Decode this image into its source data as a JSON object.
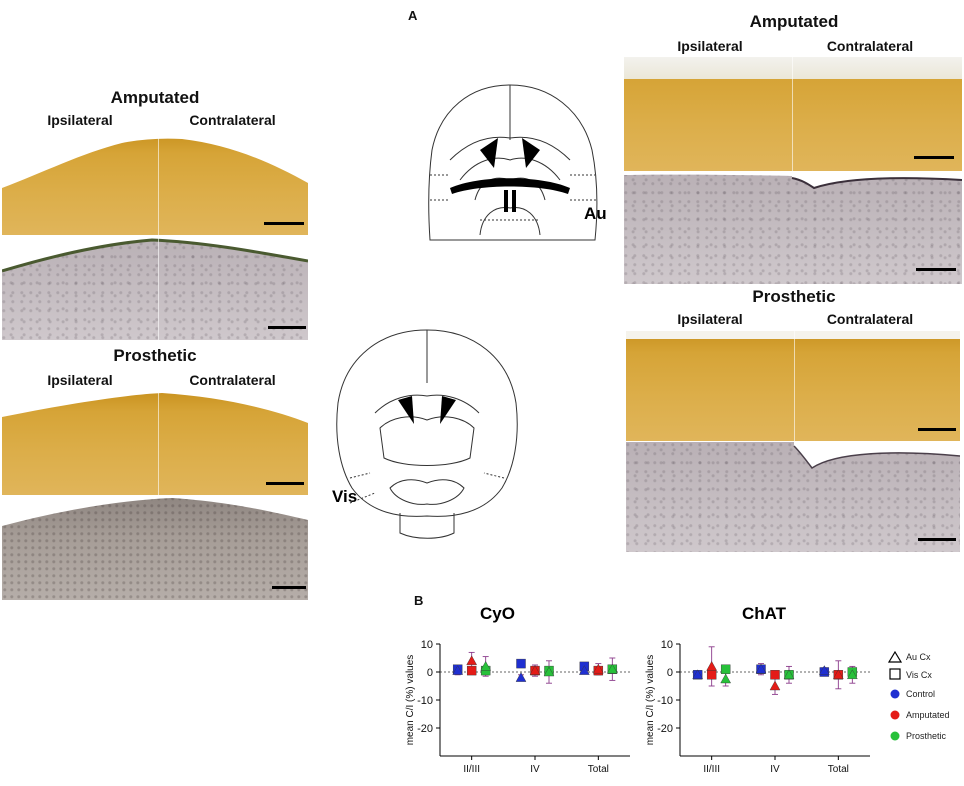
{
  "panel_labels": {
    "a": "A",
    "b": "B"
  },
  "left_amputated": {
    "title": "Amputated",
    "ipsi": "Ipsilateral",
    "contra": "Contralateral"
  },
  "left_prosthetic": {
    "title": "Prosthetic",
    "ipsi": "Ipsilateral",
    "contra": "Contralateral"
  },
  "right_amputated": {
    "title": "Amputated",
    "ipsi": "Ipsilateral",
    "contra": "Contralateral"
  },
  "right_prosthetic": {
    "title": "Prosthetic",
    "ipsi": "Ipsilateral",
    "contra": "Contralateral"
  },
  "brain_labels": {
    "auditory": "Au",
    "visual": "Vis"
  },
  "legend": {
    "au": "Au Cx",
    "vis": "Vis Cx",
    "control": "Control",
    "amputated": "Amputated",
    "prosthetic": "Prosthetic",
    "colors": {
      "control": "#1f2fd1",
      "amputated": "#e41b17",
      "prosthetic": "#27c13a"
    }
  },
  "chart_data": [
    {
      "type": "scatter",
      "title": "CyO",
      "ylabel": "mean C/I (%) values",
      "categories": [
        "II/III",
        "IV",
        "Total"
      ],
      "ylim": [
        -30,
        10
      ],
      "yticks": [
        10,
        0,
        -10,
        -20
      ],
      "series": [
        {
          "name": "Control",
          "au": [
            0.5,
            -2,
            0.5
          ],
          "vis": [
            1,
            3,
            2
          ],
          "err_au": [
            1.5,
            1,
            1
          ],
          "err_vis": [
            1,
            1,
            1
          ]
        },
        {
          "name": "Amputated",
          "au": [
            4,
            0.5,
            1
          ],
          "vis": [
            0.5,
            0.5,
            0.5
          ],
          "err_au": [
            3,
            2,
            2
          ],
          "err_vis": [
            1,
            1,
            1
          ]
        },
        {
          "name": "Prosthetic",
          "au": [
            2,
            0,
            1
          ],
          "vis": [
            0.5,
            0.5,
            1
          ],
          "err_au": [
            3.5,
            4,
            4
          ],
          "err_vis": [
            1,
            1,
            1
          ]
        }
      ]
    },
    {
      "type": "scatter",
      "title": "ChAT",
      "ylabel": "mean C/I (%) values",
      "categories": [
        "II/III",
        "IV",
        "Total"
      ],
      "ylim": [
        -30,
        10
      ],
      "yticks": [
        10,
        0,
        -10,
        -20
      ],
      "series": [
        {
          "name": "Control",
          "au": [
            -1,
            1,
            0.5
          ],
          "vis": [
            -1,
            1,
            0
          ],
          "err_au": [
            1,
            2,
            1
          ],
          "err_vis": [
            1,
            1,
            1
          ]
        },
        {
          "name": "Amputated",
          "au": [
            2,
            -5,
            -1
          ],
          "vis": [
            -1,
            -1,
            -1
          ],
          "err_au": [
            7,
            3,
            5
          ],
          "err_vis": [
            1,
            2,
            4
          ]
        },
        {
          "name": "Prosthetic",
          "au": [
            -2.5,
            -1,
            -1
          ],
          "vis": [
            1,
            -1,
            0
          ],
          "err_au": [
            2.5,
            3,
            3
          ],
          "err_vis": [
            1,
            1,
            2
          ]
        }
      ]
    }
  ]
}
